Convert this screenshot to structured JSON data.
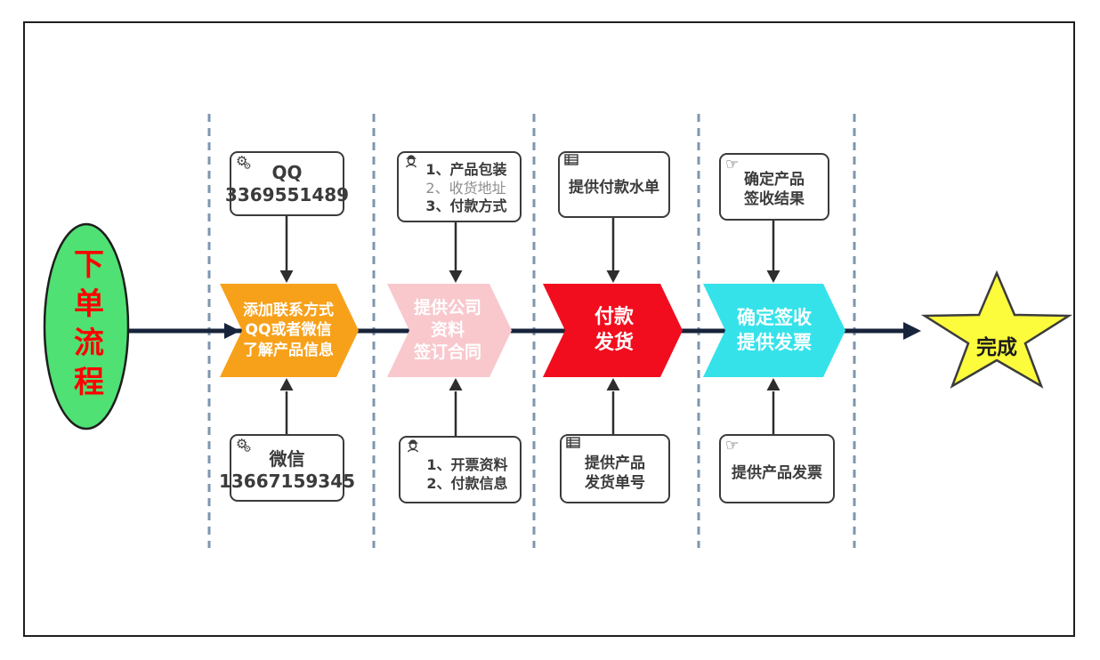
{
  "icons": {
    "gear": "⚙",
    "hand": "☞"
  },
  "diagram": {
    "title": "下单流程",
    "start": {
      "label": "下单流程",
      "fill": "#4FE173",
      "text_color": "#FF0000"
    },
    "steps": [
      {
        "label_lines": [
          "添加联系方式",
          "QQ或者微信",
          "了解产品信息"
        ],
        "fill": "#F7A11B"
      },
      {
        "label_lines": [
          "提供公司",
          "资料",
          "签订合同"
        ],
        "fill": "#F8C8CD"
      },
      {
        "label_lines": [
          "付款",
          "发货"
        ],
        "fill": "#F20D1E"
      },
      {
        "label_lines": [
          "确定签收",
          "提供发票"
        ],
        "fill": "#35E2EA"
      }
    ],
    "end": {
      "label": "完成",
      "fill": "#FCFC3D"
    },
    "notes_top": [
      {
        "icon": "gears-icon",
        "lines": [
          "QQ",
          "3369551489"
        ]
      },
      {
        "icon": "worker-icon",
        "lines": [
          "1、产品包装",
          "2、收货地址",
          "3、付款方式"
        ]
      },
      {
        "icon": "table-icon",
        "lines": [
          "提供付款水单"
        ]
      },
      {
        "icon": "hand-icon",
        "lines": [
          "确定产品",
          "签收结果"
        ]
      }
    ],
    "notes_bottom": [
      {
        "icon": "gears-icon",
        "lines": [
          "微信",
          "13667159345"
        ]
      },
      {
        "icon": "worker-icon",
        "lines": [
          "1、开票资料",
          "2、付款信息"
        ]
      },
      {
        "icon": "table-icon",
        "lines": [
          "提供产品",
          "发货单号"
        ]
      },
      {
        "icon": "hand-icon",
        "lines": [
          "提供产品发票"
        ]
      }
    ],
    "colors": {
      "flow_line": "#17243B",
      "guide_line": "#7E96AF",
      "connector_line": "#2E2E2E",
      "box_border": "#3B3B3B",
      "note_text": "#3B3B3B",
      "note_text_muted": "#8E8E8E"
    }
  }
}
